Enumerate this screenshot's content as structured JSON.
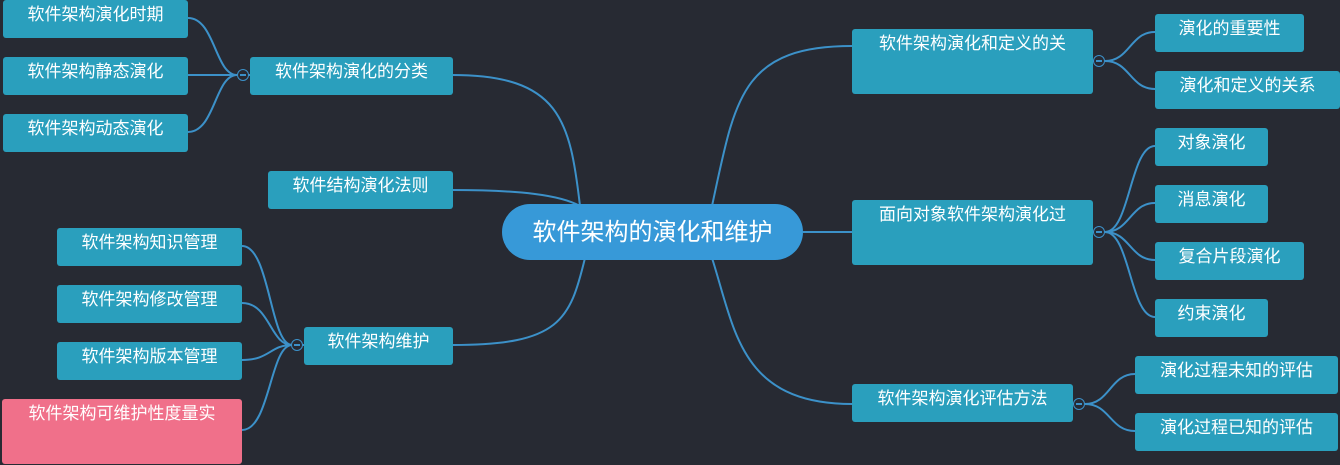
{
  "root": {
    "label": "软件架构的演化和维护"
  },
  "left": {
    "classification": {
      "label": "软件架构演化的分类",
      "children": [
        "软件架构演化时期",
        "软件架构静态演化",
        "软件架构动态演化"
      ]
    },
    "rules": {
      "label": "软件结构演化法则"
    },
    "maintenance": {
      "label": "软件架构维护",
      "children": [
        "软件架构知识管理",
        "软件架构修改管理",
        "软件架构版本管理",
        "软件架构可维护性度量实"
      ]
    }
  },
  "right": {
    "relation": {
      "label": "软件架构演化和定义的关",
      "children": [
        "演化的重要性",
        "演化和定义的关系"
      ]
    },
    "oo": {
      "label": "面向对象软件架构演化过",
      "children": [
        "对象演化",
        "消息演化",
        "复合片段演化",
        "约束演化"
      ]
    },
    "assessment": {
      "label": "软件架构演化评估方法",
      "children": [
        "演化过程未知的评估",
        "演化过程已知的评估"
      ]
    }
  },
  "colors": {
    "background": "#272a33",
    "node": "#2a9fbd",
    "root": "#3799d8",
    "highlight": "#f0708a",
    "link": "#3c91c9"
  }
}
